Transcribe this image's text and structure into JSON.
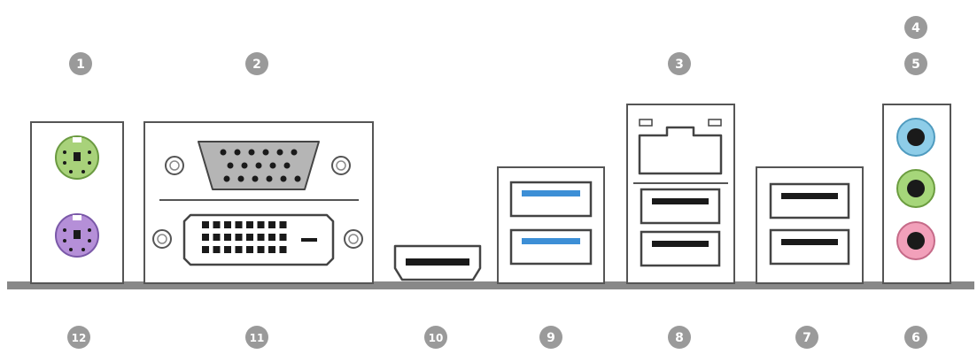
{
  "colors": {
    "frame_stroke": "#555555",
    "base_strip": "#888888",
    "badge_fill": "#9a9a9a",
    "badge_text": "#ffffff",
    "usb3_blue": "#3d8fd6",
    "ps2_keyboard": "#b58fd8",
    "ps2_mouse": "#a8d27a",
    "audio_line_in": "#8ecde8",
    "audio_line_out": "#a6d67a",
    "audio_mic": "#f2a0ba",
    "dark": "#1a1a1a",
    "vga_body": "#b5b5b5"
  },
  "callouts": {
    "top": [
      "1",
      "2",
      "3",
      "4",
      "5"
    ],
    "bottom": [
      "12",
      "11",
      "10",
      "9",
      "8",
      "7",
      "6"
    ]
  }
}
